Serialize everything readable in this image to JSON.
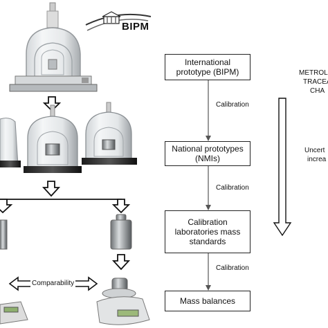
{
  "logo": {
    "text": "BIPM"
  },
  "flow": {
    "box1": "International prototype (BIPM)",
    "box2": "National prototypes (NMIs)",
    "box3": "Calibration laboratories mass standards",
    "box4": "Mass balances",
    "arrow_labels": [
      "Calibration",
      "Calibration",
      "Calibration"
    ]
  },
  "side_text": {
    "top": [
      "METROL",
      "TRACEA",
      "CHA"
    ],
    "bottom": [
      "Uncert",
      "increa"
    ]
  },
  "comparability": "Comparability"
}
